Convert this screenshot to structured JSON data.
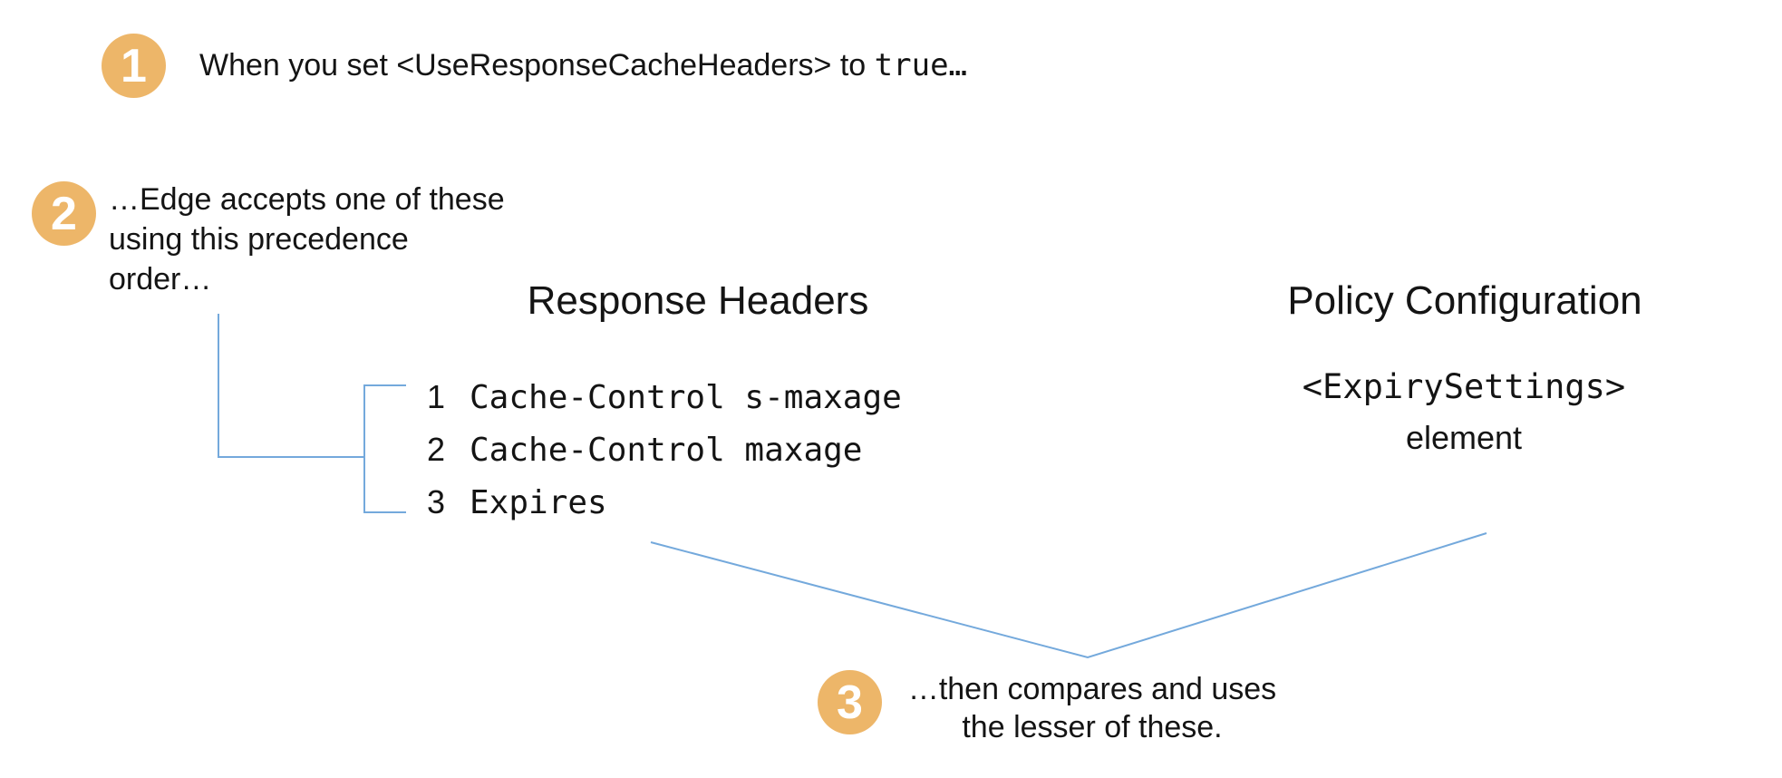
{
  "colors": {
    "badge_fill": "#edb669",
    "badge_text": "#ffffff",
    "connector_line": "#74a9dc",
    "text": "#141414",
    "background": "#ffffff"
  },
  "steps": [
    {
      "number": "1",
      "text_sans": "When you set <UseResponseCacheHeaders> to ",
      "text_mono": "true…"
    },
    {
      "number": "2",
      "text": "…Edge accepts one of these\nusing this precedence\norder…"
    },
    {
      "number": "3",
      "text": "…then compares and uses\nthe lesser of these."
    }
  ],
  "columns": {
    "response": {
      "title": "Response Headers",
      "items": [
        {
          "order": "1",
          "value": "Cache-Control s-maxage"
        },
        {
          "order": "2",
          "value": "Cache-Control maxage"
        },
        {
          "order": "3",
          "value": "Expires"
        }
      ]
    },
    "policy": {
      "title": "Policy Configuration",
      "element_tag": "<ExpirySettings>",
      "element_label": "element"
    }
  }
}
